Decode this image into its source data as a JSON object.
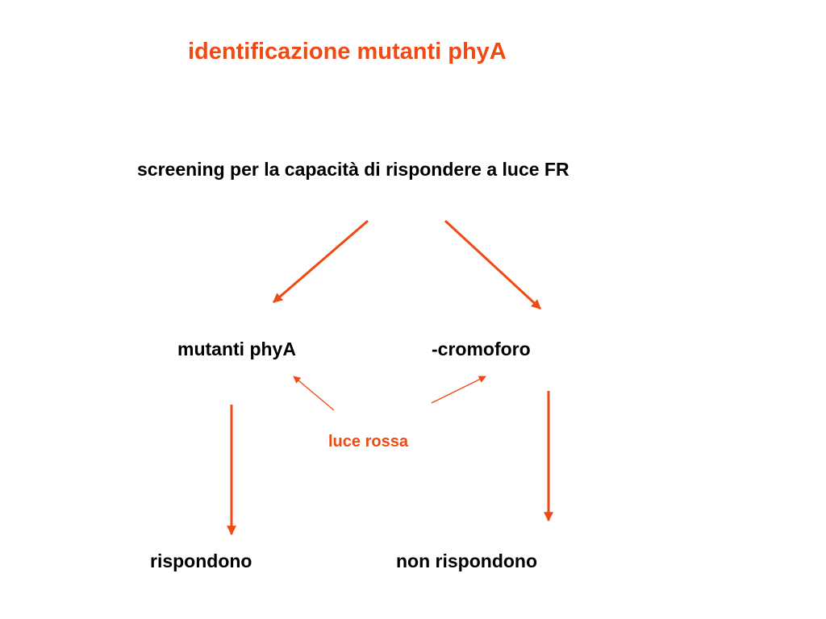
{
  "slide": {
    "title": "identificazione mutanti phyA",
    "screening": "screening per la capacità di rispondere a luce FR",
    "mutanti": "mutanti phyA",
    "cromoforo": "-cromoforo",
    "luce_rossa": "luce rossa",
    "rispondono": "rispondono",
    "non_rispondono": "non rispondono"
  },
  "colors": {
    "accent": "#f04a14",
    "text": "#000000",
    "background": "#ffffff"
  }
}
